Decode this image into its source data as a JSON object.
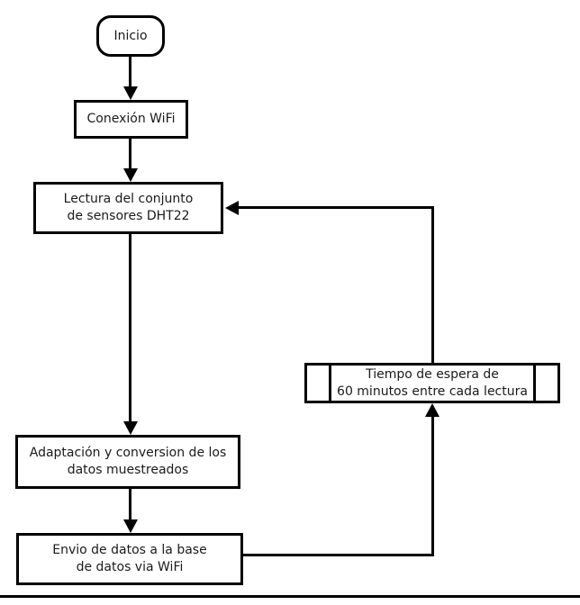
{
  "diagram": {
    "background_color": "#ffffff",
    "line_color": "#000000",
    "text_color": "#1a1a1a",
    "nodes": {
      "inicio": {
        "label": "Inicio",
        "shape": "terminator"
      },
      "conexion_wifi": {
        "label": "Conexión WiFi",
        "shape": "process"
      },
      "lectura_sensores": {
        "label": "Lectura del conjunto\nde sensores DHT22",
        "shape": "process"
      },
      "adaptacion_datos": {
        "label": "Adaptación y conversion de los\ndatos muestreados",
        "shape": "process"
      },
      "envio_datos": {
        "label": "Envio de datos a la base\nde datos via WiFi",
        "shape": "process"
      },
      "tiempo_espera": {
        "label": "Tiempo de espera de\n60 minutos entre cada lectura",
        "shape": "predefined_process"
      }
    },
    "edges": [
      {
        "from": "inicio",
        "to": "conexion_wifi"
      },
      {
        "from": "conexion_wifi",
        "to": "lectura_sensores"
      },
      {
        "from": "lectura_sensores",
        "to": "adaptacion_datos"
      },
      {
        "from": "adaptacion_datos",
        "to": "envio_datos"
      },
      {
        "from": "envio_datos",
        "to": "tiempo_espera"
      },
      {
        "from": "tiempo_espera",
        "to": "lectura_sensores"
      }
    ]
  }
}
